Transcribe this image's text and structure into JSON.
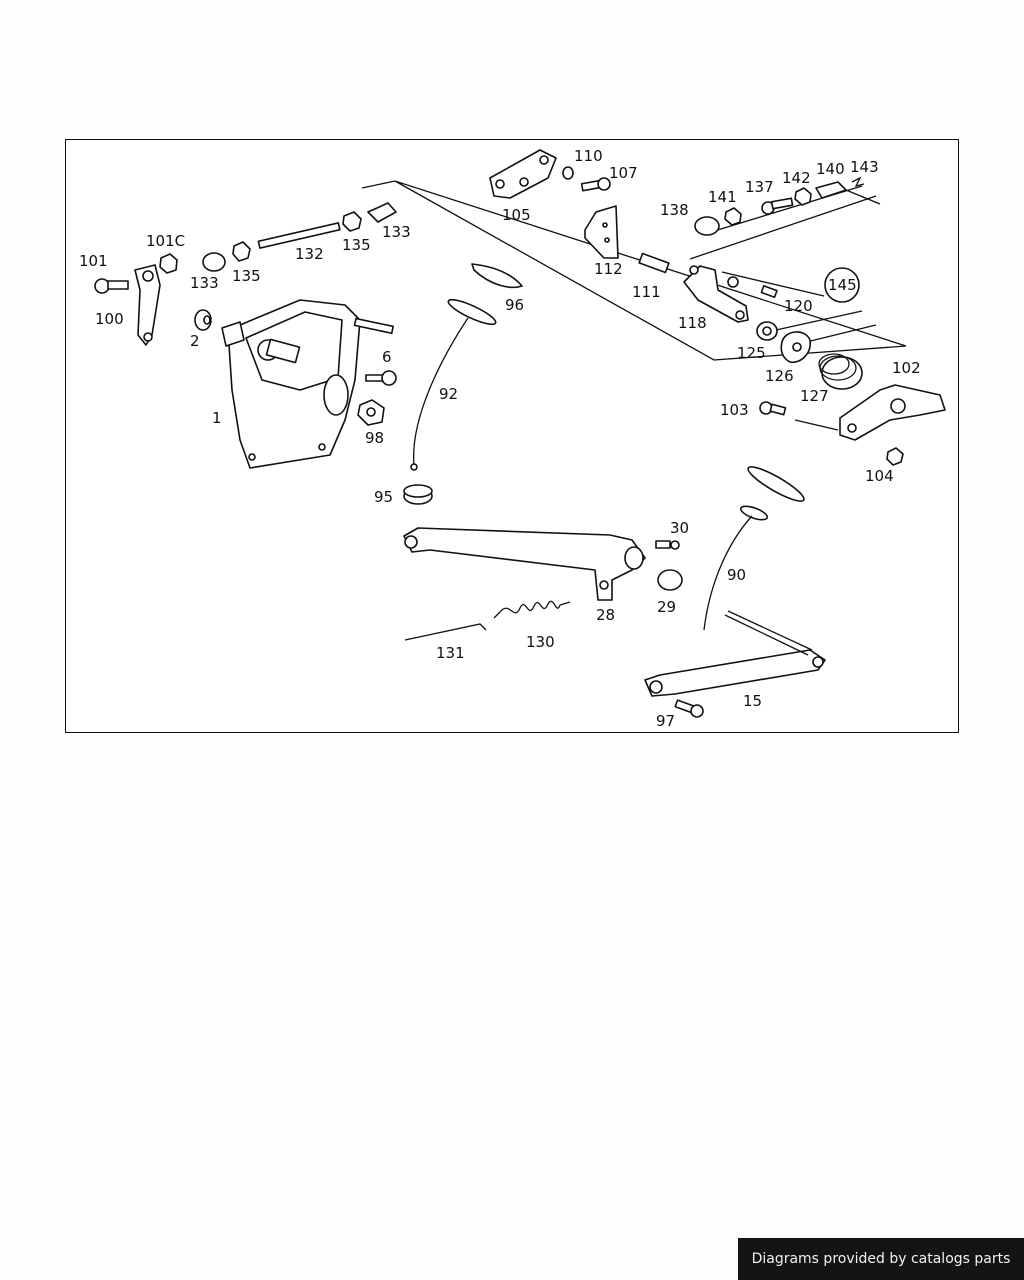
{
  "diagram": {
    "labels": {
      "p1": "1",
      "p2": "2",
      "p6": "6",
      "p15": "15",
      "p28": "28",
      "p29": "29",
      "p30": "30",
      "p90": "90",
      "p92": "92",
      "p95": "95",
      "p96": "96",
      "p97": "97",
      "p98": "98",
      "p100": "100",
      "p101": "101",
      "p101c": "101C",
      "p102": "102",
      "p103": "103",
      "p104": "104",
      "p105": "105",
      "p107": "107",
      "p110": "110",
      "p111": "111",
      "p112": "112",
      "p118": "118",
      "p120": "120",
      "p125": "125",
      "p126": "126",
      "p127": "127",
      "p130": "130",
      "p131": "131",
      "p132": "132",
      "p133a": "133",
      "p133b": "133",
      "p135a": "135",
      "p135b": "135",
      "p137": "137",
      "p138": "138",
      "p140": "140",
      "p141": "141",
      "p142": "142",
      "p143": "143",
      "p145": "145"
    }
  },
  "footer": {
    "text": "Diagrams provided by catalogs parts"
  }
}
